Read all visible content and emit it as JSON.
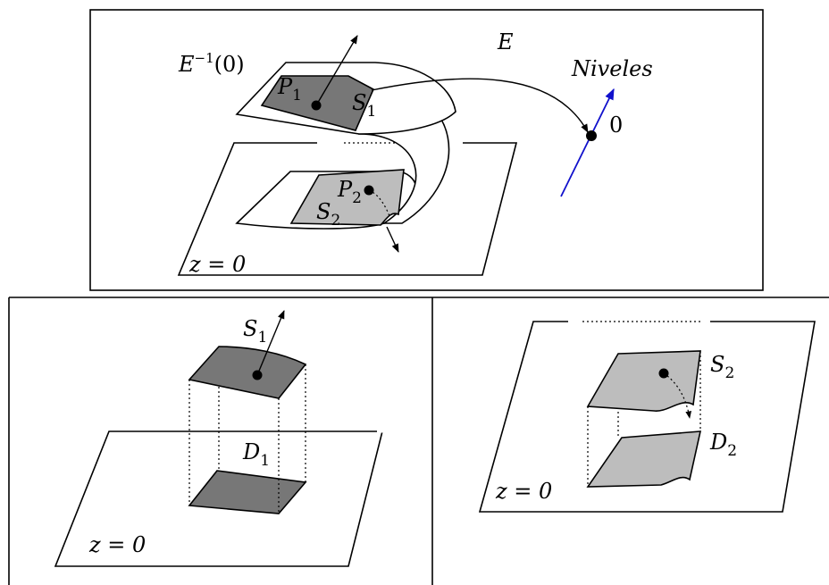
{
  "top_panel": {
    "surface_label": {
      "main": "E",
      "exp": "−1",
      "arg": "(0)"
    },
    "map_label": "E",
    "levels_label": "Niveles",
    "zero_label": "0",
    "p1": {
      "main": "P",
      "sub": "1"
    },
    "s1": {
      "main": "S",
      "sub": "1"
    },
    "p2": {
      "main": "P",
      "sub": "2"
    },
    "s2": {
      "main": "S",
      "sub": "2"
    },
    "plane_label": "z = 0"
  },
  "left_panel": {
    "s1": {
      "main": "S",
      "sub": "1"
    },
    "d1": {
      "main": "D",
      "sub": "1"
    },
    "plane_label": "z = 0"
  },
  "right_panel": {
    "s2": {
      "main": "S",
      "sub": "2"
    },
    "d2": {
      "main": "D",
      "sub": "2"
    },
    "plane_label": "z = 0"
  },
  "colors": {
    "dark_patch": "#777777",
    "light_patch": "#bdbdbd",
    "levels_line": "#1010cc"
  }
}
